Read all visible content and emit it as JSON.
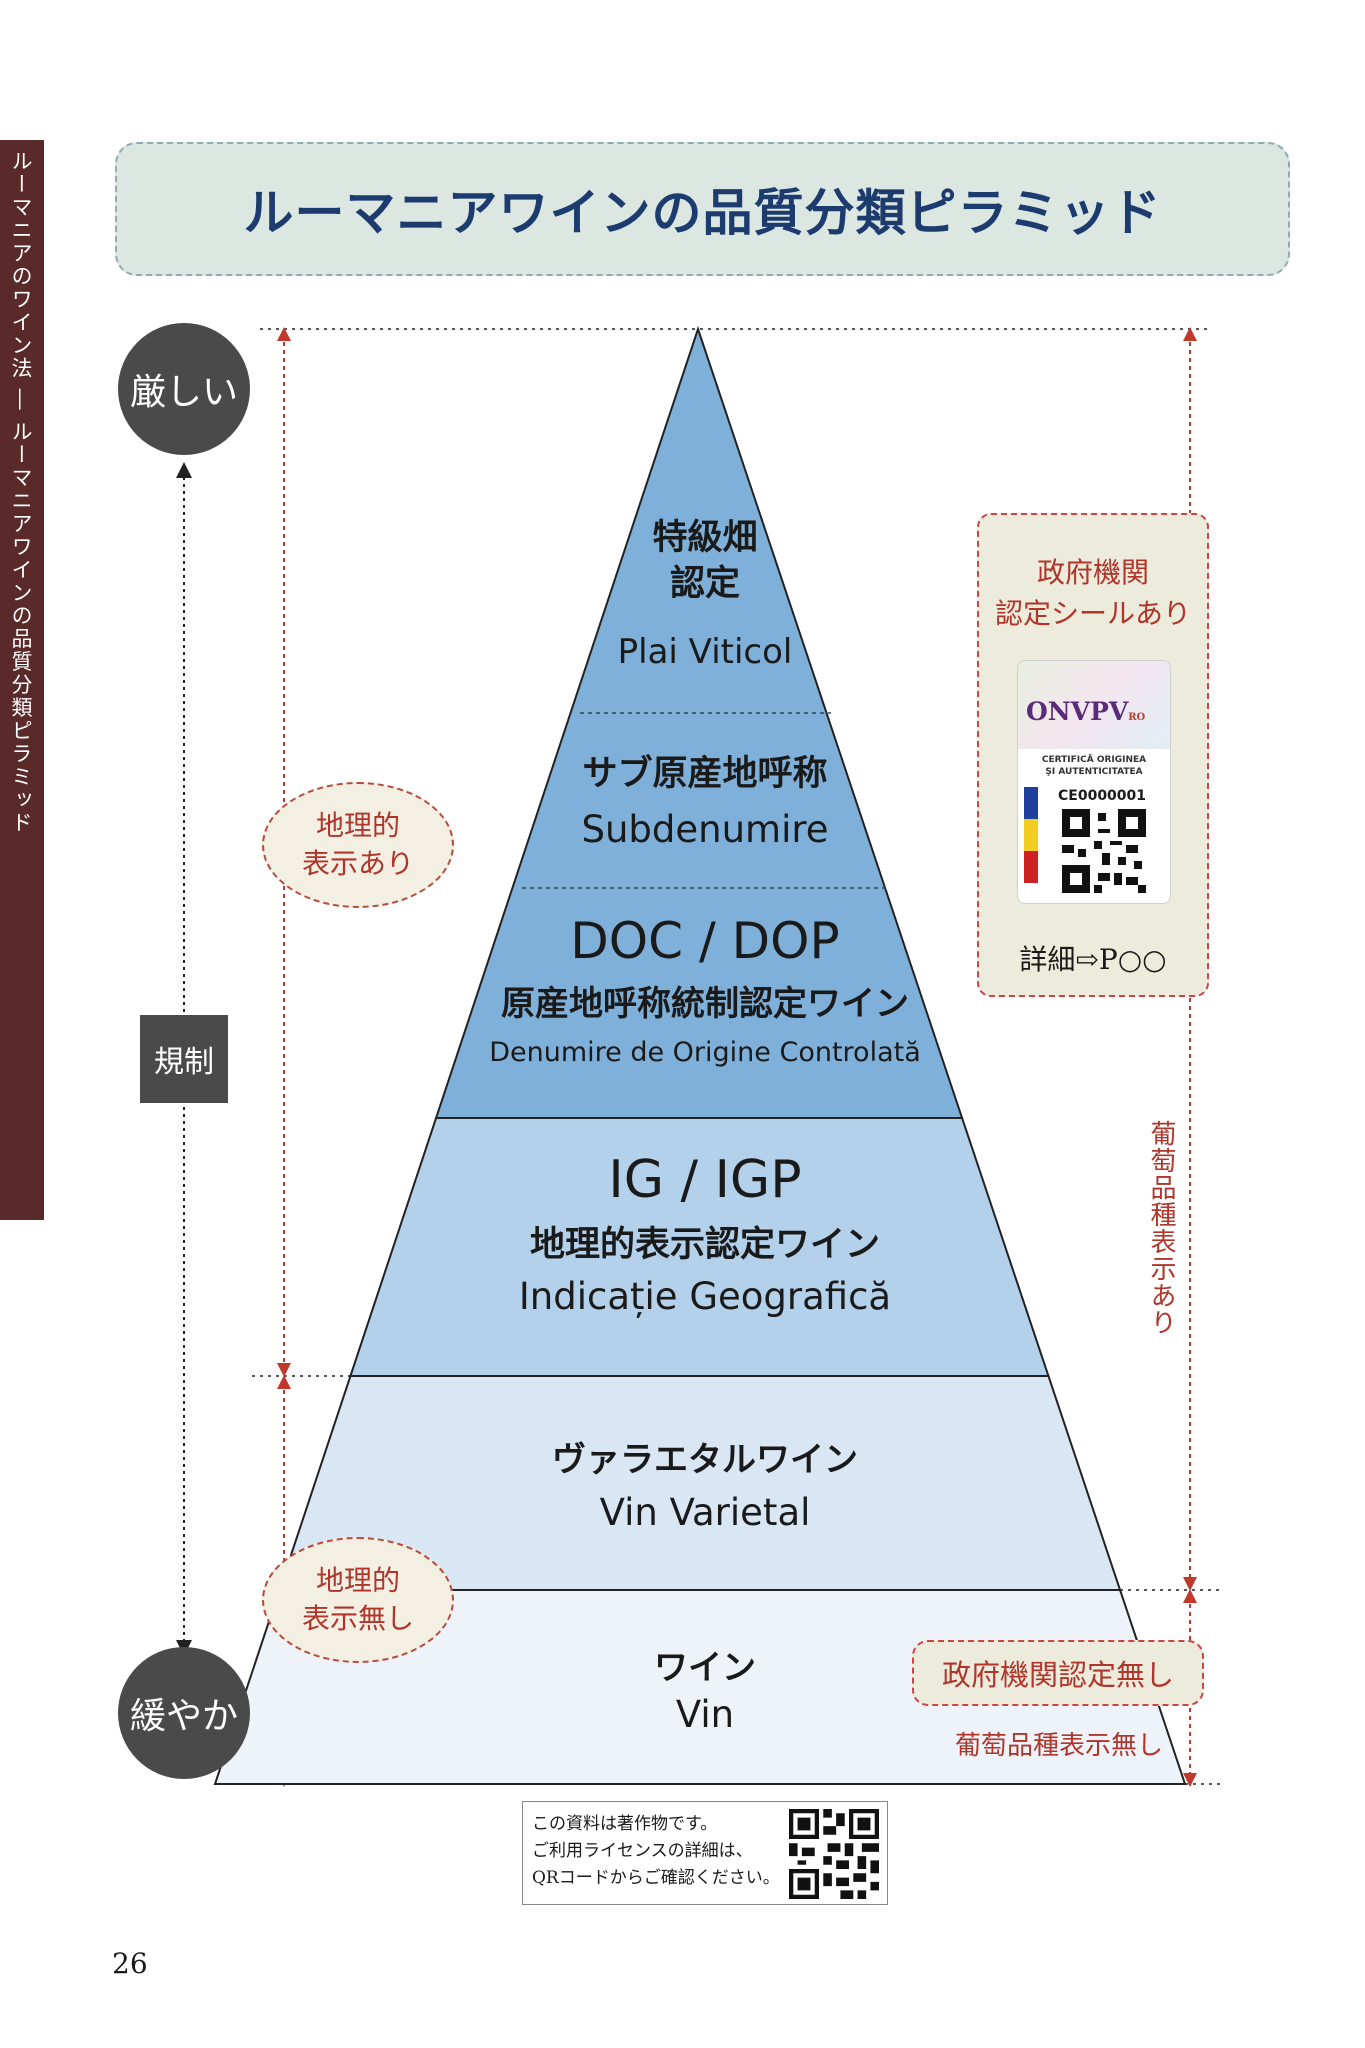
{
  "side_tab": "ルーマニアのワイン法 ― ルーマニアワインの品質分類ピラミッド",
  "title": "ルーマニアワインの品質分類ピラミッド",
  "scale": {
    "top_label": "厳しい",
    "bottom_label": "緩やか",
    "middle_label": "規制"
  },
  "geo": {
    "with_label": [
      "地理的",
      "表示あり"
    ],
    "without_label": [
      "地理的",
      "表示無し"
    ]
  },
  "pyramid": {
    "tiers": [
      {
        "jp": "特級畑\n認定",
        "en": "Plai Viticol",
        "color": "#7fb0d9"
      },
      {
        "jp": "サブ原産地呼称",
        "en": "Subdenumire",
        "color": "#7fb0d9"
      },
      {
        "code": "DOC / DOP",
        "jp": "原産地呼称統制認定ワイン",
        "en": "Denumire de Origine Controlată",
        "color": "#7fb0d9"
      },
      {
        "code": "IG / IGP",
        "jp": "地理的表示認定ワイン",
        "en": "Indicație Geografică",
        "color": "#b3d1ea"
      },
      {
        "jp": "ヴァラエタルワイン",
        "en": "Vin Varietal",
        "color": "#d9e6f3"
      },
      {
        "jp": "ワイン",
        "en": "Vin",
        "color": "#eef3fa"
      }
    ]
  },
  "seal": {
    "title": [
      "政府機関",
      "認定シールあり"
    ],
    "brand": "ONVPV",
    "brand_sub": "RO",
    "cert_line1": "CERTIFICĂ ORIGINEA",
    "cert_line2": "ŞI AUTENTICITATEA",
    "code": "CE0000001",
    "detail": "詳細⇨P○○"
  },
  "right_notes": {
    "variety_shown": "葡萄品種表示あり",
    "no_gov_cert": "政府機関認定無し",
    "no_variety": "葡萄品種表示無し"
  },
  "copyright": [
    "この資料は著作物です。",
    "ご利用ライセンスの詳細は、",
    "QRコードからご確認ください。"
  ],
  "page_number": "26",
  "colors": {
    "title_text": "#1c3b6e",
    "accent_red": "#b0352a",
    "side_tab": "#5a2a2a",
    "dark_gray": "#4a4a4a"
  }
}
